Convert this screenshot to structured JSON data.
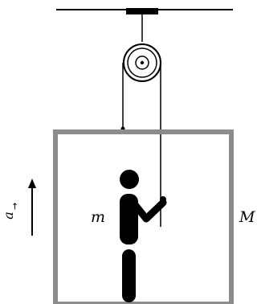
{
  "labels": {
    "person_mass": "m",
    "box_mass": "M",
    "acceleration": "a"
  },
  "colors": {
    "box": "#8c8c8c",
    "ink": "#000000",
    "pulley": "#ffffff",
    "background": "#ffffff"
  }
}
